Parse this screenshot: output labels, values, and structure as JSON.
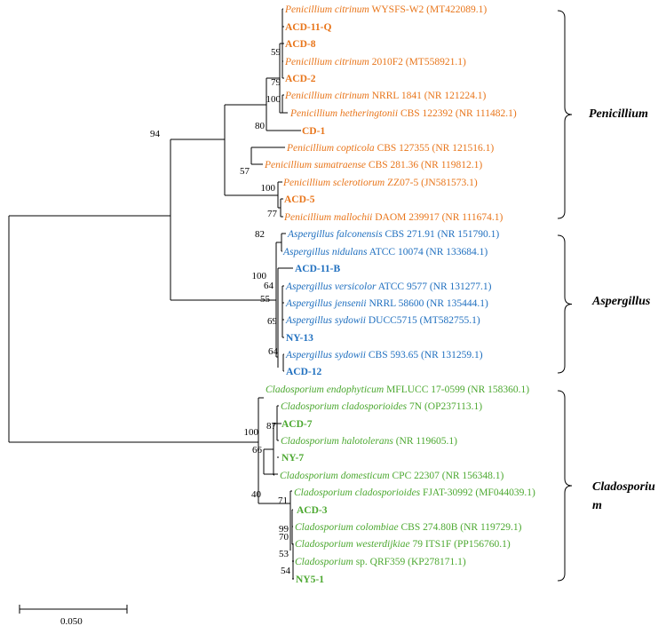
{
  "colors": {
    "penicillium": "#E8751A",
    "aspergillus": "#1F6FBF",
    "cladosporium": "#4CA830",
    "line": "#000000"
  },
  "leaves": [
    {
      "italic": "Penicillium citrinum",
      "rest": " WYSFS-W2 (MT422089.1)",
      "group": "penicillium"
    },
    {
      "bold": "ACD-11-Q",
      "group": "penicillium"
    },
    {
      "bold": "ACD-8",
      "group": "penicillium"
    },
    {
      "italic": "Penicillium citrinum",
      "rest": " 2010F2 (MT558921.1)",
      "group": "penicillium"
    },
    {
      "bold": "ACD-2",
      "group": "penicillium"
    },
    {
      "italic": "Penicillium citrinum",
      "rest": " NRRL 1841 (NR 121224.1)",
      "group": "penicillium"
    },
    {
      "italic": "Penicillium hetheringtonii",
      "rest": " CBS 122392 (NR 111482.1)",
      "group": "penicillium"
    },
    {
      "bold": "CD-1",
      "group": "penicillium"
    },
    {
      "italic": "Penicillium copticola",
      "rest": " CBS 127355 (NR 121516.1)",
      "group": "penicillium"
    },
    {
      "italic": "Penicillium sumatraense",
      "rest": " CBS 281.36 (NR 119812.1)",
      "group": "penicillium"
    },
    {
      "italic": "Penicillium sclerotiorum",
      "rest": " ZZ07-5 (JN581573.1)",
      "group": "penicillium"
    },
    {
      "bold": "ACD-5",
      "group": "penicillium"
    },
    {
      "italic": "Penicillium mallochii",
      "rest": " DAOM 239917 (NR 111674.1)",
      "group": "penicillium"
    },
    {
      "italic": "Aspergillus falconensis",
      "rest": " CBS 271.91 (NR 151790.1)",
      "group": "aspergillus"
    },
    {
      "italic": "Aspergillus nidulans",
      "rest": " ATCC 10074 (NR 133684.1)",
      "group": "aspergillus"
    },
    {
      "bold": "ACD-11-B",
      "group": "aspergillus"
    },
    {
      "italic": "Aspergillus versicolor",
      "rest": " ATCC 9577 (NR 131277.1)",
      "group": "aspergillus"
    },
    {
      "italic": "Aspergillus jensenii",
      "rest": " NRRL 58600 (NR 135444.1)",
      "group": "aspergillus"
    },
    {
      "italic": "Aspergillus sydowii",
      "rest": " DUCC5715 (MT582755.1)",
      "group": "aspergillus"
    },
    {
      "bold": "NY-13",
      "group": "aspergillus"
    },
    {
      "italic": "Aspergillus sydowii",
      "rest": " CBS 593.65 (NR 131259.1)",
      "group": "aspergillus"
    },
    {
      "bold": "ACD-12",
      "group": "aspergillus"
    },
    {
      "italic": "Cladosporium endophyticum",
      "rest": " MFLUCC 17-0599 (NR 158360.1)",
      "group": "cladosporium"
    },
    {
      "italic": "Cladosporium cladosporioides",
      "rest": " 7N (OP237113.1)",
      "group": "cladosporium"
    },
    {
      "bold": "ACD-7",
      "group": "cladosporium"
    },
    {
      "italic": "Cladosporium halotolerans",
      "rest": " (NR 119605.1)",
      "group": "cladosporium"
    },
    {
      "bold": "NY-7",
      "group": "cladosporium"
    },
    {
      "italic": "Cladosporium domesticum",
      "rest": " CPC 22307 (NR 156348.1)",
      "group": "cladosporium"
    },
    {
      "italic": "Cladosporium cladosporioides",
      "rest": " FJAT-30992 (MF044039.1)",
      "group": "cladosporium"
    },
    {
      "bold": "ACD-3",
      "group": "cladosporium"
    },
    {
      "italic": "Cladosporium colombiae",
      "rest": " CBS 274.80B (NR 119729.1)",
      "group": "cladosporium"
    },
    {
      "italic": "Cladosporium westerdijkiae",
      "rest": " 79 ITS1F (PP156760.1)",
      "group": "cladosporium"
    },
    {
      "italic": "Cladosporium",
      "rest": " sp. QRF359 (KP278171.1)",
      "group": "cladosporium"
    },
    {
      "bold": "NY5-1",
      "group": "cladosporium"
    }
  ],
  "bootstrap": [
    "59",
    "79",
    "100",
    "80",
    "94",
    "57",
    "100",
    "77",
    "82",
    "100",
    "64",
    "55",
    "69",
    "64",
    "100",
    "87",
    "66",
    "40",
    "71",
    "99",
    "70",
    "53",
    "54"
  ],
  "clades": {
    "penicillium": "Penicillium",
    "aspergillus": "Aspergillus",
    "cladosporium_1": "Cladosporiu",
    "cladosporium_2": "m"
  },
  "scale_bar": {
    "label": "0.050",
    "value": 0.05
  }
}
